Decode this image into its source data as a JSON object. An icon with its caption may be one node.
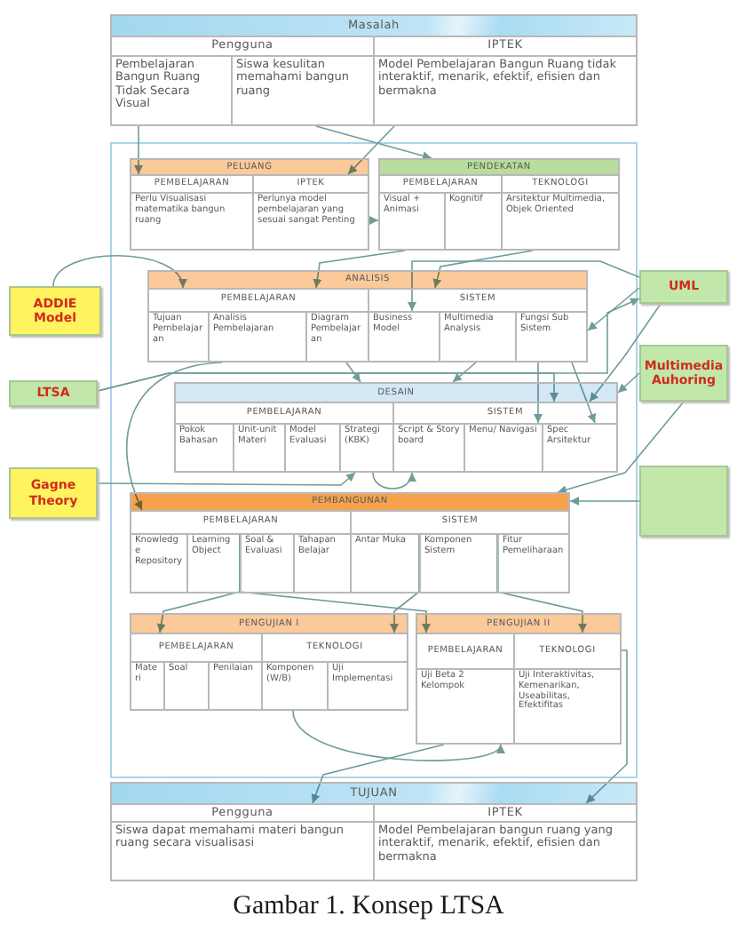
{
  "diagram": {
    "caption": "Gambar 1. Konsep LTSA",
    "nodes": [
      {
        "text": [
          "Masalah"
        ]
      },
      {
        "text": [
          "Pengguna"
        ],
        "in": 0
      },
      {
        "text": [
          "IPTEK"
        ],
        "in": 0
      },
      {
        "text": [
          "Pembelajaran Bangun Ruang Tidak Secara Visual"
        ],
        "in": 0
      },
      {
        "text": [
          "Siswa kesulitan memahami bangun ruang"
        ],
        "in": 0
      },
      {
        "text": [
          "Model Pembelajaran Bangun Ruang tidak interaktif, menarik, efektif, efisien dan bermakna"
        ],
        "in": 0
      },
      {
        "text": [
          "PELUANG"
        ]
      },
      {
        "text": [
          "PEMBELAJARAN"
        ],
        "in": 6
      },
      {
        "text": [
          "IPTEK"
        ],
        "in": 6
      },
      {
        "text": [
          "Perlu Visualisasi matematika bangun ruang"
        ],
        "in": 6
      },
      {
        "text": [
          "Perlunya model pembelajaran yang sesuai sangat Penting"
        ],
        "in": 6
      },
      {
        "text": [
          "PENDEKATAN"
        ]
      },
      {
        "text": [
          "PEMBELAJARAN"
        ],
        "in": 11
      },
      {
        "text": [
          "TEKNOLOGI"
        ],
        "in": 11
      },
      {
        "text": [
          "Visual + Animasi"
        ],
        "in": 11
      },
      {
        "text": [
          "Kognitif"
        ],
        "in": 11
      },
      {
        "text": [
          "Arsitektur Multimedia, Objek Oriented"
        ],
        "in": 11
      },
      {
        "text": [
          "ANALISIS"
        ]
      },
      {
        "text": [
          "PEMBELAJARAN"
        ],
        "in": 17
      },
      {
        "text": [
          "SISTEM"
        ],
        "in": 17
      },
      {
        "text": [
          "Tujuan Pembelajaran"
        ],
        "in": 17
      },
      {
        "text": [
          "Analisis Pembelajaran"
        ],
        "in": 17
      },
      {
        "text": [
          "Diagram Pembelajaran"
        ],
        "in": 17
      },
      {
        "text": [
          "Business Model"
        ],
        "in": 17
      },
      {
        "text": [
          "Multimedia Analysis"
        ],
        "in": 17
      },
      {
        "text": [
          "Fungsi Sub Sistem"
        ],
        "in": 17
      },
      {
        "text": [
          "ADDIE Model"
        ]
      },
      {
        "text": [
          "UML"
        ]
      },
      {
        "text": [
          "LTSA"
        ]
      },
      {
        "text": [
          "Multimedia Auhoring"
        ]
      },
      {
        "text": [
          "DESAIN"
        ]
      },
      {
        "text": [
          "PEMBELAJARAN"
        ],
        "in": 30
      },
      {
        "text": [
          "SISTEM"
        ],
        "in": 30
      },
      {
        "text": [
          "Pokok Bahasan"
        ],
        "in": 30
      },
      {
        "text": [
          "Unit-unit Materi"
        ],
        "in": 30
      },
      {
        "text": [
          "Model Evaluasi"
        ],
        "in": 30
      },
      {
        "text": [
          "Strategi (KBK)"
        ],
        "in": 30
      },
      {
        "text": [
          "Script & Story board"
        ],
        "in": 30
      },
      {
        "text": [
          "Menu/ Navigasi"
        ],
        "in": 30
      },
      {
        "text": [
          "Spec Arsitektur"
        ],
        "in": 30
      },
      {
        "text": [
          "Gagne Theory"
        ]
      },
      {
        "text": [],
        "shape": "box"
      },
      {
        "text": [
          "PEMBANGUNAN"
        ]
      },
      {
        "text": [
          "PEMBELAJARAN"
        ],
        "in": 42
      },
      {
        "text": [
          "SISTEM"
        ],
        "in": 42
      },
      {
        "text": [
          "Knowledge Repository"
        ],
        "in": 42
      },
      {
        "text": [
          "Learning Object"
        ],
        "in": 42
      },
      {
        "text": [
          "Soal & Evaluasi"
        ],
        "in": 42
      },
      {
        "text": [
          "Tahapan Belajar"
        ],
        "in": 42
      },
      {
        "text": [
          "Antar Muka"
        ],
        "in": 42
      },
      {
        "text": [
          "Komponen Sistem"
        ],
        "in": 42
      },
      {
        "text": [
          "Fitur Pemeliharaan"
        ],
        "in": 42
      },
      {
        "text": [
          "PENGUJIAN I"
        ]
      },
      {
        "text": [
          "PEMBELAJARAN"
        ],
        "in": 52
      },
      {
        "text": [
          "TEKNOLOGI"
        ],
        "in": 52
      },
      {
        "text": [
          "Materi"
        ],
        "in": 52
      },
      {
        "text": [
          "Soal"
        ],
        "in": 52
      },
      {
        "text": [
          "Penilaian"
        ],
        "in": 52
      },
      {
        "text": [
          "Komponen (W/B)"
        ],
        "in": 52
      },
      {
        "text": [
          "Uji Implementasi"
        ],
        "in": 52
      },
      {
        "text": [
          "PENGUJIAN II"
        ]
      },
      {
        "text": [
          "PEMBELAJARAN"
        ],
        "in": 60
      },
      {
        "text": [
          "TEKNOLOGI"
        ],
        "in": 60
      },
      {
        "text": [
          "Uji Beta 2 Kelompok"
        ],
        "in": 60
      },
      {
        "text": [
          "Uji Interaktivitas, Kemenarikan, Useabilitas, Efektifitas"
        ],
        "in": 60
      },
      {
        "text": [
          "TUJUAN"
        ]
      },
      {
        "text": [
          "Pengguna"
        ],
        "in": 65
      },
      {
        "text": [
          "IPTEK"
        ],
        "in": 65
      },
      {
        "text": [
          "Siswa dapat memahami materi bangun ruang secara visualisasi"
        ],
        "in": 65
      },
      {
        "text": [
          "Model Pembelajaran bangun ruang yang interaktif, menarik, efektif, efisien dan bermakna"
        ],
        "in": 65
      }
    ],
    "edges": [
      {
        "from": 3,
        "to": 7,
        "arrow": "to"
      },
      {
        "from": 4,
        "to": 11,
        "arrow": "to"
      },
      {
        "from": 5,
        "to": 8,
        "arrow": "to"
      },
      {
        "from": 10,
        "to": 14,
        "arrow": "to"
      },
      {
        "from": 26,
        "to": 18,
        "arrow": "to"
      },
      {
        "from": 14,
        "to": 18,
        "arrow": "to"
      },
      {
        "from": 16,
        "to": 19,
        "arrow": "to"
      },
      {
        "from": 27,
        "to": 23,
        "arrow": "to"
      },
      {
        "from": 27,
        "to": 25,
        "arrow": "to"
      },
      {
        "from": 22,
        "to": 30,
        "arrow": "to"
      },
      {
        "from": 24,
        "to": 30,
        "arrow": "to"
      },
      {
        "from": 29,
        "to": 30,
        "arrow": "to"
      },
      {
        "from": 27,
        "to": 32,
        "arrow": "to"
      },
      {
        "from": 25,
        "to": 38,
        "arrow": "to"
      },
      {
        "from": 25,
        "to": 39,
        "arrow": "to"
      },
      {
        "from": 28,
        "to": 32,
        "arrow": "to"
      },
      {
        "from": 21,
        "to": 43,
        "arrow": "to"
      },
      {
        "from": 40,
        "to": 36,
        "arrow": "to"
      },
      {
        "from": 36,
        "to": 37,
        "arrow": "to"
      },
      {
        "from": 41,
        "to": 42,
        "arrow": "to"
      },
      {
        "from": 29,
        "to": 42,
        "arrow": "to"
      },
      {
        "from": 43,
        "to": 53,
        "arrow": "to"
      },
      {
        "from": 43,
        "to": 61,
        "arrow": "to"
      },
      {
        "from": 44,
        "to": 54,
        "arrow": "to"
      },
      {
        "from": 44,
        "to": 62,
        "arrow": "to"
      },
      {
        "from": 58,
        "to": 63,
        "arrow": "to"
      },
      {
        "from": 63,
        "to": 66,
        "arrow": "to"
      },
      {
        "from": 62,
        "to": 67,
        "arrow": "to"
      },
      {
        "from": 28,
        "to": 27,
        "arrow": "to"
      }
    ]
  }
}
